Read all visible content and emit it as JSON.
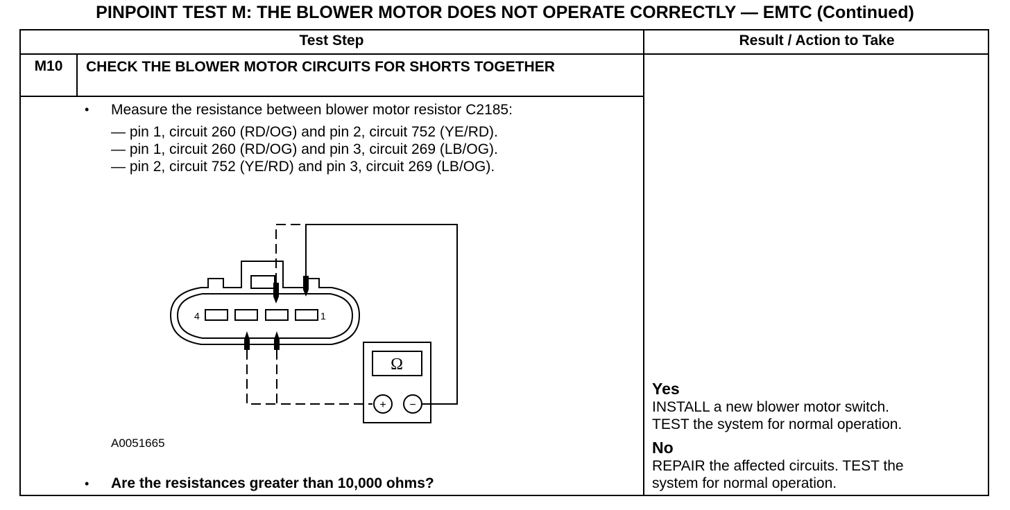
{
  "title": "PINPOINT TEST  M: THE BLOWER MOTOR DOES NOT OPERATE CORRECTLY — EMTC (Continued)",
  "table": {
    "header_step": "Test Step",
    "header_result": "Result / Action to Take"
  },
  "step": {
    "id": "M10",
    "title": "CHECK THE BLOWER MOTOR CIRCUITS FOR SHORTS TOGETHER",
    "bullet": "•",
    "instruction": "Measure the resistance between blower motor resistor C2185:",
    "sub_items": [
      "— pin 1, circuit 260 (RD/OG) and pin 2, circuit 752 (YE/RD).",
      "— pin 1, circuit 260 (RD/OG) and pin 3, circuit 269 (LB/OG).",
      "— pin 2, circuit 752 (YE/RD) and pin 3, circuit 269 (LB/OG)."
    ],
    "figure": {
      "id": "A0051665",
      "meter_symbol": "Ω",
      "plus": "+",
      "minus": "−",
      "pin_left": "4",
      "pin_right": "1"
    },
    "question": "Are the resistances greater than 10,000 ohms?"
  },
  "results": {
    "yes_label": "Yes",
    "yes_lines": [
      "INSTALL a new blower motor switch.",
      "TEST the system for normal operation."
    ],
    "no_label": "No",
    "no_lines": [
      "REPAIR the affected circuits. TEST the",
      "system for normal operation."
    ]
  }
}
